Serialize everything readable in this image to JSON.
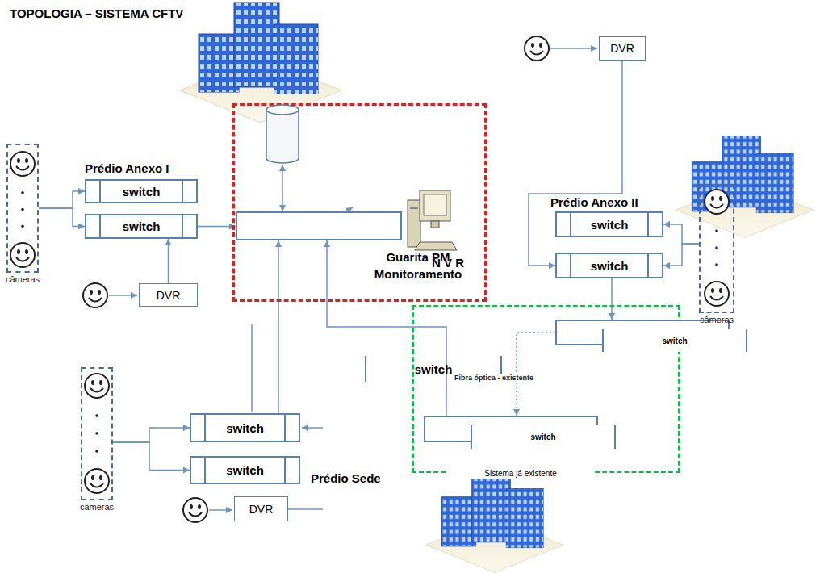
{
  "diagram": {
    "title": "TOPOLOGIA – SISTEMA CFTV",
    "nodes": [
      {
        "text": [
          "Guarita PM Monitoramento"
        ]
      },
      {
        "text": [
          "N V R"
        ],
        "in": 0
      },
      {
        "text": [
          "switch"
        ],
        "in": 0
      },
      {
        "text": [
          "câmeras"
        ]
      },
      {
        "text": [
          "switch"
        ]
      },
      {
        "text": [
          "switch"
        ]
      },
      {
        "text": [
          "DVR"
        ]
      },
      {
        "text": [
          "DVR"
        ]
      },
      {
        "text": [
          "switch"
        ]
      },
      {
        "text": [
          "switch"
        ]
      },
      {
        "text": [
          "câmeras"
        ]
      },
      {
        "text": [
          "Sistema já existente"
        ]
      },
      {
        "text": [
          "switch"
        ],
        "in": 11
      },
      {
        "text": [
          "switch"
        ],
        "in": 11
      },
      {
        "text": [
          "câmeras"
        ]
      },
      {
        "text": [
          "switch"
        ]
      },
      {
        "text": [
          "switch"
        ]
      },
      {
        "text": [
          "DVR"
        ]
      }
    ],
    "edges": [
      {
        "from": 3,
        "to": 4,
        "arrow": "to"
      },
      {
        "from": 3,
        "to": 5,
        "arrow": "to"
      },
      {
        "from": 6,
        "to": 5,
        "arrow": "to"
      },
      {
        "from": 5,
        "to": 2,
        "arrow": "to"
      },
      {
        "from": 1,
        "to": 2,
        "arrow": "both"
      },
      {
        "from": 7,
        "to": 9,
        "arrow": "to"
      },
      {
        "from": 10,
        "to": 8,
        "arrow": "to"
      },
      {
        "from": 10,
        "to": 9,
        "arrow": "to"
      },
      {
        "from": 9,
        "to": 12,
        "arrow": "to"
      },
      {
        "from": 12,
        "to": 13,
        "label": "Fibra óptica - existente",
        "arrow": "to"
      },
      {
        "from": 13,
        "to": 2,
        "arrow": "to"
      },
      {
        "from": 14,
        "to": 15,
        "arrow": "to"
      },
      {
        "from": 14,
        "to": 16,
        "arrow": "to"
      },
      {
        "from": 15,
        "to": 2,
        "arrow": "to"
      }
    ],
    "labels": [
      "Prédio Anexo I",
      "Prédio Anexo II",
      "Prédio Sede"
    ]
  }
}
